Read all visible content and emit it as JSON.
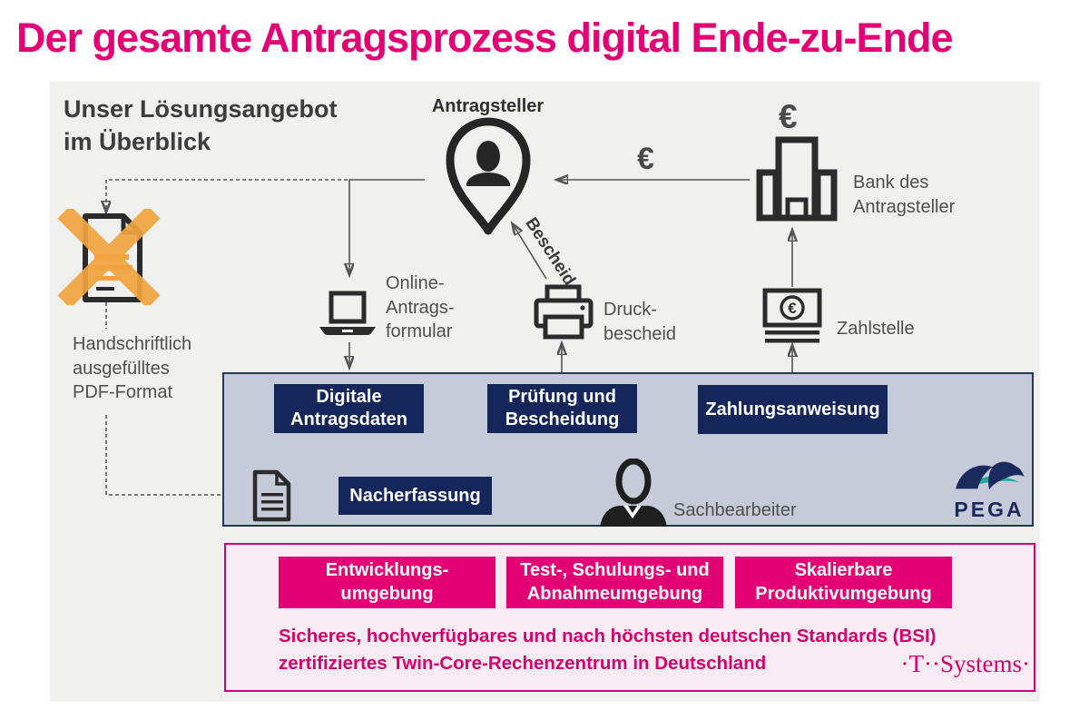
{
  "title": "Der gesamte Antragsprozess digital Ende-zu-Ende",
  "overview_heading": "Unser Lösungsangebot\nim Überblick",
  "colors": {
    "magenta": "#E20074",
    "navy_box": "#15265B",
    "pega_panel_bg": "#C5CBD8",
    "pink_panel_bg": "#F8ECF2",
    "orange_cross": "#F0A43F",
    "pega_teal": "#2AA79B",
    "arrow_gray": "#555555"
  },
  "nodes": {
    "antragsteller": {
      "label": "Antragsteller"
    },
    "bank": {
      "label": "Bank des\nAntragsteller",
      "euro": "€"
    },
    "transfer": {
      "euro": "€"
    },
    "handwritten_pdf": {
      "label": "Handschriftlich\nausgefülltes\nPDF-Format"
    },
    "online_form": {
      "label": "Online-\nAntrags-\nformular"
    },
    "druckbescheid": {
      "label": "Druck-\nbescheid"
    },
    "zahlstelle": {
      "label": "Zahlstelle"
    },
    "bescheid_flow": {
      "label": "Bescheid"
    },
    "sachbearbeiter": {
      "label": "Sachbearbeiter"
    }
  },
  "pega_panel": {
    "boxes": {
      "digitale": "Digitale\nAntragsdaten",
      "pruefung": "Prüfung und\nBescheidung",
      "zahlungsanweisung": "Zahlungsanweisung",
      "nacherfassung": "Nacherfassung"
    },
    "logo": "PEGA"
  },
  "datacenter_panel": {
    "environments": [
      "Entwicklungs-\numgebung",
      "Test-, Schulungs- und\nAbnahmeumgebung",
      "Skalierbare\nProduktivumgebung"
    ],
    "note": "Sicheres, hochverfügbares und nach höchsten deutschen Standards (BSI)\nzertifiziertes Twin-Core-Rechenzentrum in Deutschland",
    "logo": "·T··Systems·"
  }
}
